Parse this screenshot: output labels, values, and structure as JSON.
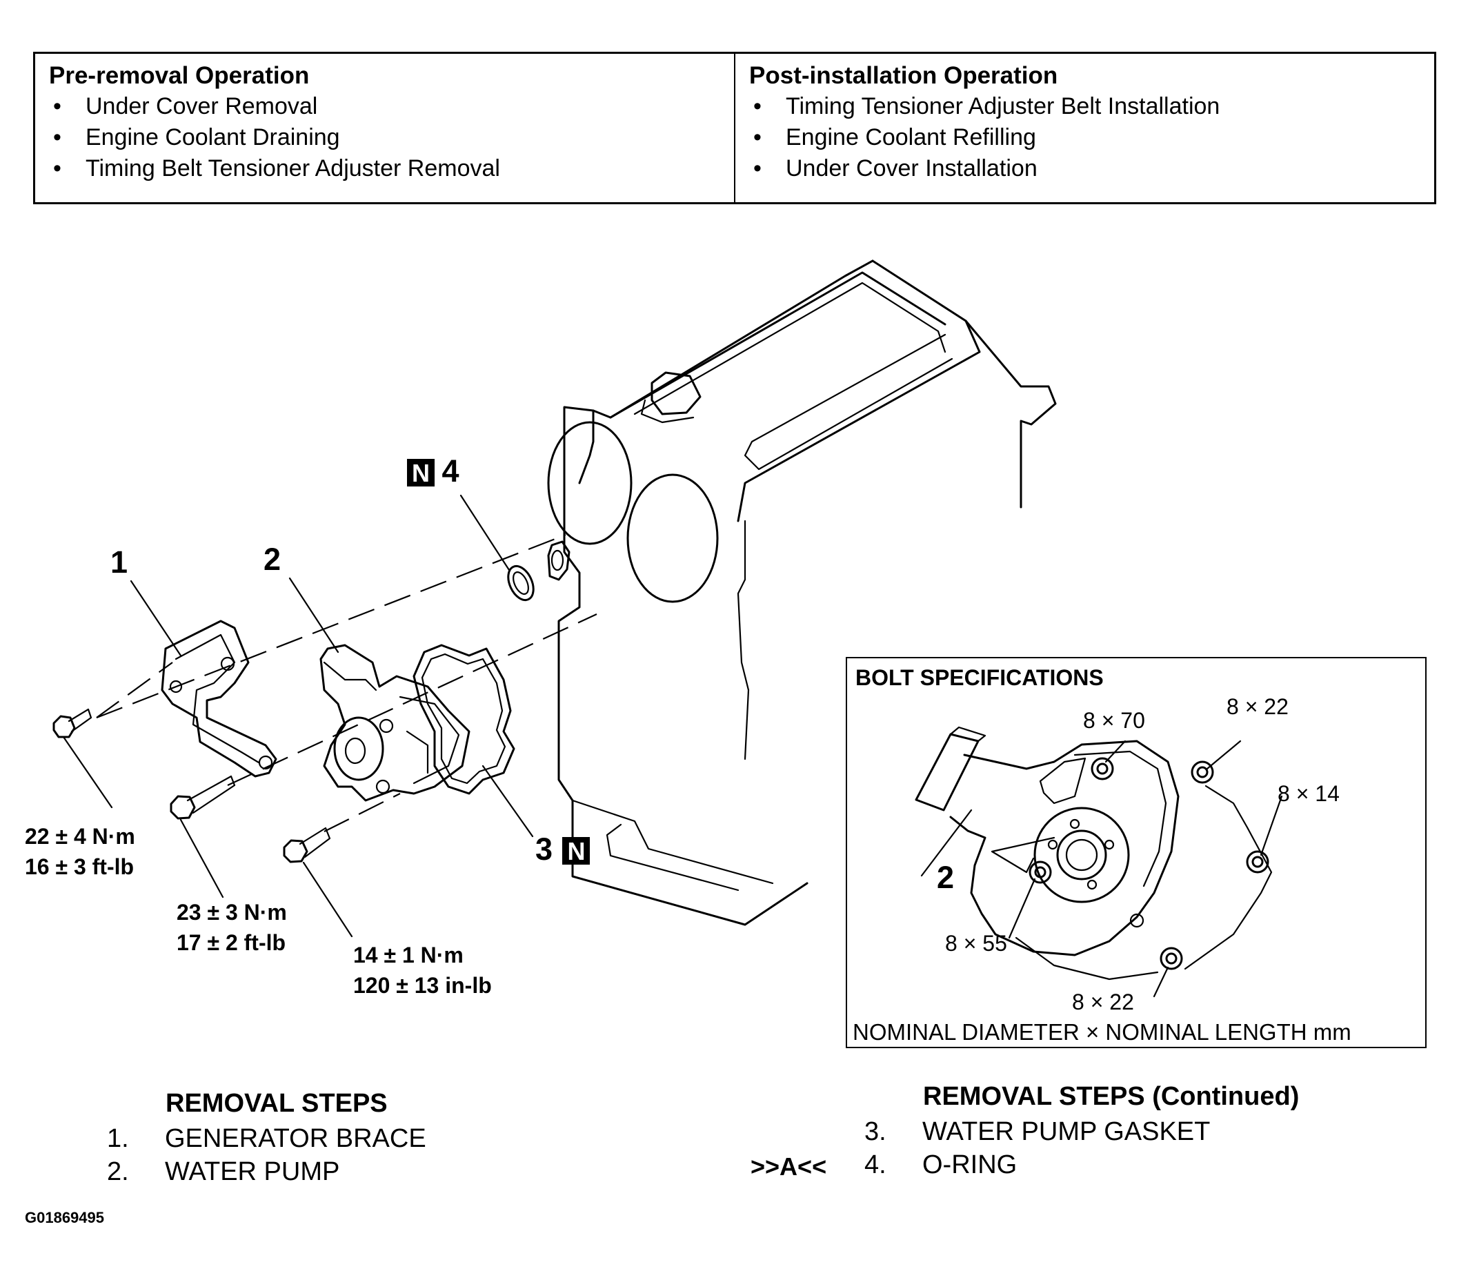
{
  "pre_removal": {
    "title": "Pre-removal Operation",
    "items": [
      "Under Cover Removal",
      "Engine Coolant Draining",
      "Timing Belt Tensioner Adjuster Removal"
    ]
  },
  "post_installation": {
    "title": "Post-installation Operation",
    "items": [
      "Timing Tensioner Adjuster Belt Installation",
      "Engine Coolant Refilling",
      "Under Cover Installation"
    ]
  },
  "callouts": {
    "part1": "1",
    "part2": "2",
    "part3": "3",
    "part4": "4",
    "new_part_symbol": "N"
  },
  "torques": {
    "brace_bolt": [
      "22 ± 4 N·m",
      "16 ± 3 ft-lb"
    ],
    "long_bolt": [
      "23 ± 3 N·m",
      "17 ± 2 ft-lb"
    ],
    "pump_bolt": [
      "14 ± 1 N·m",
      "120 ± 13 in-lb"
    ]
  },
  "bolt_specs": {
    "title": "BOLT SPECIFICATIONS",
    "labels": [
      "8 × 70",
      "8 × 22",
      "8 × 14",
      "8 × 55",
      "8 × 22"
    ],
    "part_label": "2",
    "footer": "NOMINAL DIAMETER  × NOMINAL LENGTH mm"
  },
  "removal_steps": {
    "heading": "REMOVAL STEPS",
    "heading_continued": "REMOVAL STEPS  (Continued)",
    "steps": [
      {
        "num": "1.",
        "label": "GENERATOR BRACE",
        "marker": ""
      },
      {
        "num": "2.",
        "label": "WATER PUMP",
        "marker": ""
      },
      {
        "num": "3.",
        "label": "WATER PUMP GASKET",
        "marker": ""
      },
      {
        "num": "4.",
        "label": "O-RING",
        "marker": ">>A<<"
      }
    ]
  },
  "figure_id": "G01869495"
}
